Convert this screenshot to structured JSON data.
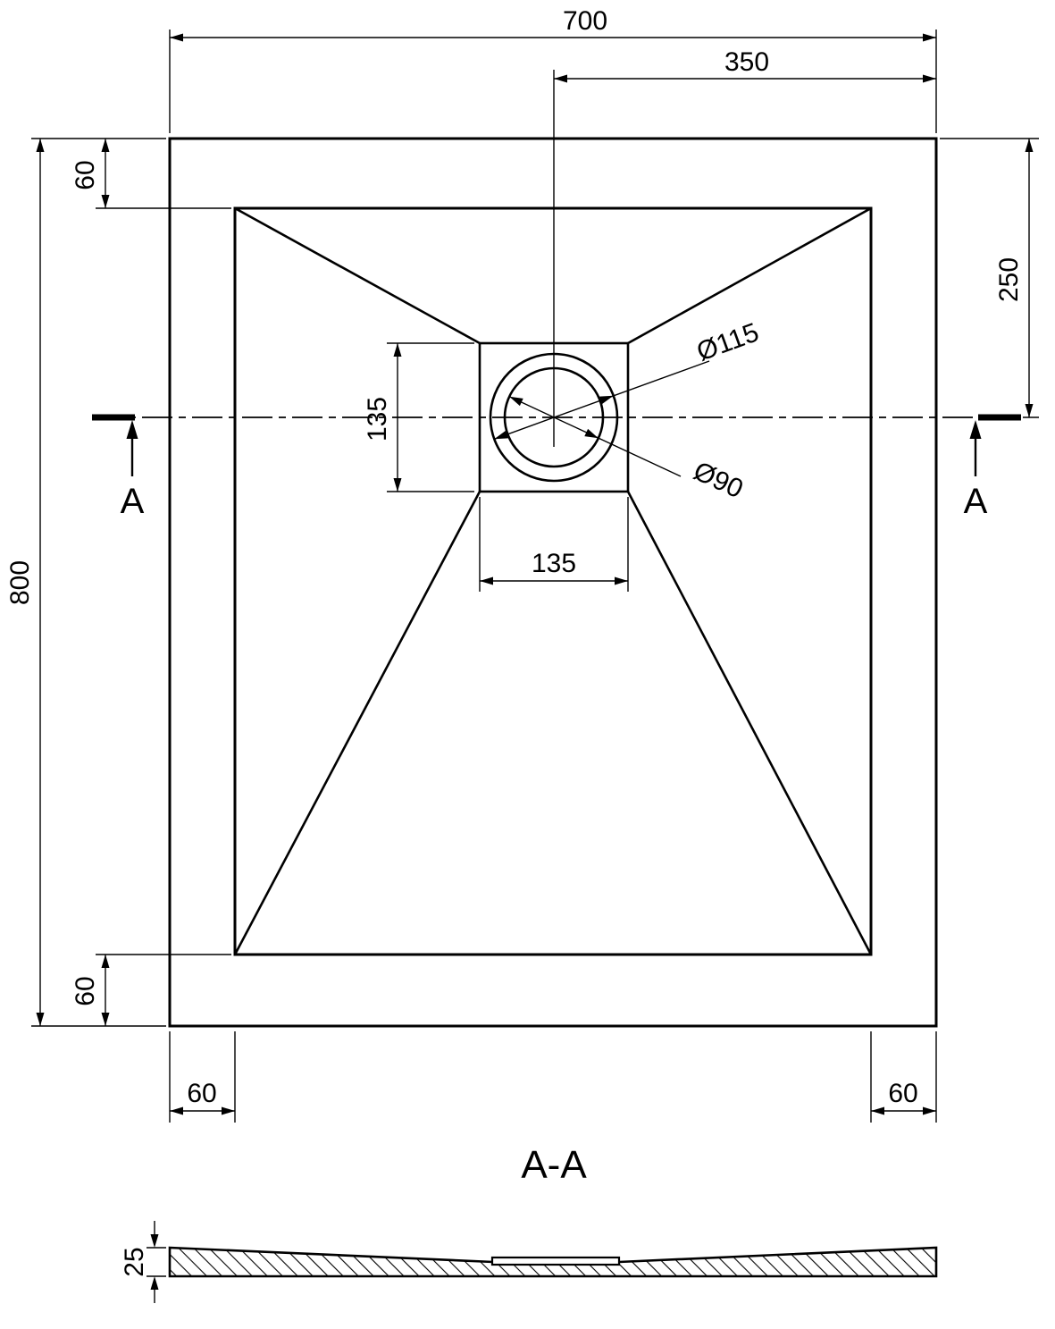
{
  "drawing": {
    "section_title": "A-A",
    "section_marker_left": "A",
    "section_marker_right": "A",
    "dimensions": {
      "overall_width": "700",
      "center_to_right_edge": "350",
      "top_inset": "60",
      "top_edge_to_drain_center": "250",
      "drain_recess_height": "135",
      "drain_recess_width": "135",
      "drain_outer_diameter": "Ø115",
      "drain_inner_diameter": "Ø90",
      "overall_length": "800",
      "bottom_inset": "60",
      "bottom_left_inset": "60",
      "bottom_right_inset": "60",
      "tray_thickness": "25"
    },
    "colors": {
      "line": "#000000",
      "background": "#ffffff"
    }
  }
}
